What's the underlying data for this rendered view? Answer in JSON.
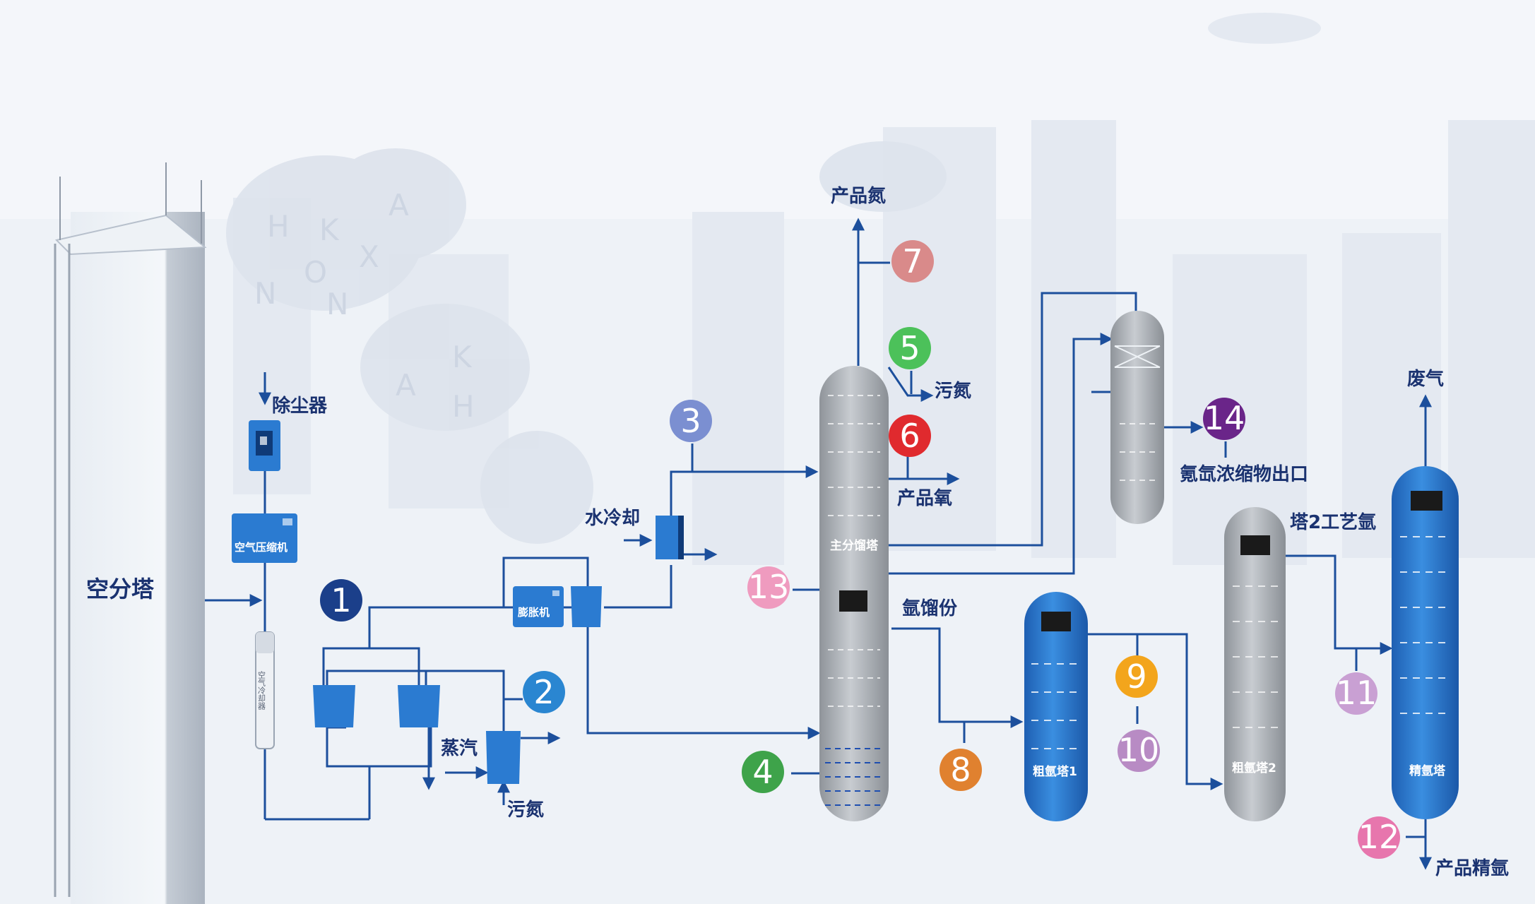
{
  "colors": {
    "line": "#1c4f9c",
    "label_text": "#1a3270",
    "vessel_gray": "#b8bcc2",
    "vessel_blue": "#2f7fd6",
    "equipment_blue": "#2b7bd1"
  },
  "tower": {
    "label": "空分塔"
  },
  "background_letters": [
    "H",
    "K",
    "A",
    "O",
    "X",
    "N",
    "N",
    "A",
    "K",
    "H"
  ],
  "labels": {
    "dust_remover": "除尘器",
    "compressor": "空气压缩机",
    "air_cooler": "空气冷却器",
    "steam": "蒸汽",
    "waste_n_bottom": "污氮",
    "expander": "膨胀机",
    "water_cooling": "水冷却",
    "product_nitrogen": "产品氮",
    "waste_n_top": "污氮",
    "product_oxygen": "产品氧",
    "main_column": "主分馏塔",
    "argon_fraction": "氩馏份",
    "crude_argon_1": "粗氩塔1",
    "crude_argon_2": "粗氩塔2",
    "kr_xe_outlet": "氪氙浓缩物出口",
    "tower2_argon": "塔2工艺氩",
    "waste_gas": "废气",
    "pure_argon_column": "精氩塔",
    "product_pure_argon": "产品精氩"
  },
  "markers": [
    {
      "n": "1",
      "color": "#1b3f8a"
    },
    {
      "n": "2",
      "color": "#2a86d1"
    },
    {
      "n": "3",
      "color": "#7b8fd1"
    },
    {
      "n": "4",
      "color": "#3ea34a"
    },
    {
      "n": "5",
      "color": "#4cc15a"
    },
    {
      "n": "6",
      "color": "#e02a2e"
    },
    {
      "n": "7",
      "color": "#d98a8a"
    },
    {
      "n": "8",
      "color": "#e0812f"
    },
    {
      "n": "9",
      "color": "#f3a51c"
    },
    {
      "n": "10",
      "color": "#b88bc4"
    },
    {
      "n": "11",
      "color": "#c9a0d3"
    },
    {
      "n": "12",
      "color": "#e776ad"
    },
    {
      "n": "13",
      "color": "#ef9bbf"
    },
    {
      "n": "14",
      "color": "#6a2589"
    }
  ]
}
